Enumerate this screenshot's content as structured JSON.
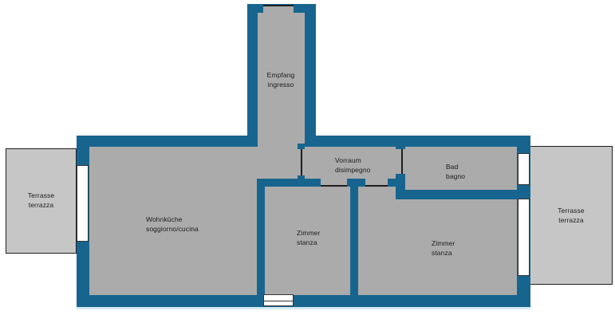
{
  "title": "floor-plan",
  "colors": {
    "wall": "#17658f",
    "interior": "#ababab",
    "terrace": "#c6c6c6",
    "window": "#ffffff",
    "outline": "#1f1f1f",
    "bg": "#ffffff"
  },
  "rooms": {
    "empfang": {
      "line1": "Empfang",
      "line2": "ingresso"
    },
    "vorraum": {
      "line1": "Vorraum",
      "line2": "disimpegno"
    },
    "bad": {
      "line1": "Bad",
      "line2": "bagno"
    },
    "wohnkueche": {
      "line1": "Wohnküche",
      "line2": "soggiorno/cucina"
    },
    "zimmer1": {
      "line1": "Zimmer",
      "line2": "stanza"
    },
    "zimmer2": {
      "line1": "Zimmer",
      "line2": "stanza"
    },
    "terrace_left": {
      "line1": "Terrasse",
      "line2": "terrazza"
    },
    "terrace_right": {
      "line1": "Terrasse",
      "line2": "terrazza"
    }
  }
}
